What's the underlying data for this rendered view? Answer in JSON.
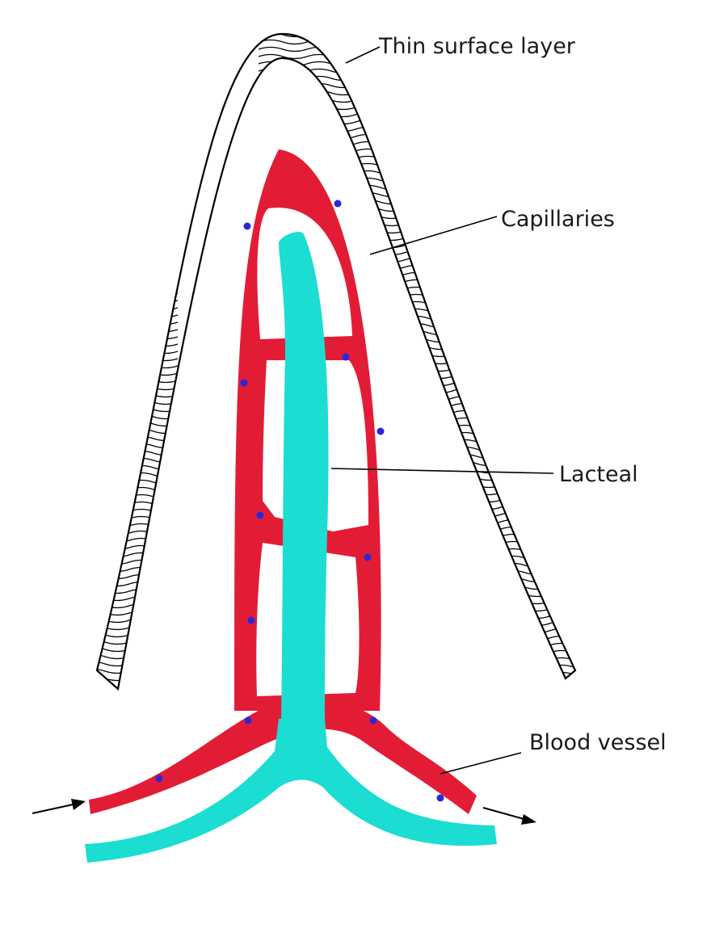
{
  "labels": {
    "surface": "Thin surface layer",
    "capillaries": "Capillaries",
    "lacteal": "Lacteal",
    "blood_vessel": "Blood vessel"
  },
  "colors": {
    "capillary": "#e31c36",
    "lacteal": "#1bddd1",
    "blood_cell": "#2828d8",
    "outline": "#000000",
    "background": "#ffffff"
  }
}
